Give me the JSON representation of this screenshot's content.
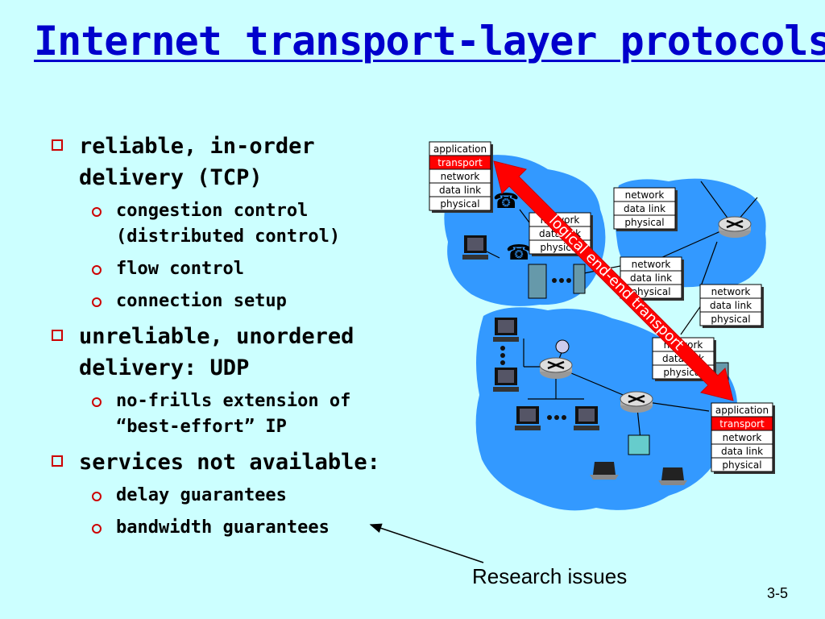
{
  "title": "Internet transport-layer protocols",
  "bullets": [
    {
      "text": "reliable, in-order delivery (TCP)",
      "level": 1
    },
    {
      "text": "congestion control (distributed control)",
      "level": 2
    },
    {
      "text": "flow control",
      "level": 2
    },
    {
      "text": "connection setup",
      "level": 2
    },
    {
      "text": "unreliable, unordered delivery: UDP",
      "level": 1
    },
    {
      "text": "no-frills extension of “best-effort” IP",
      "level": 2
    },
    {
      "text": "services not available:",
      "level": 1
    },
    {
      "text": "delay guarantees",
      "level": 2
    },
    {
      "text": "bandwidth guarantees",
      "level": 2
    }
  ],
  "annotation": "Research issues",
  "page_number": "3-5",
  "diagram": {
    "arrow_label": "logical end-end transport",
    "stack_end": [
      "application",
      "transport",
      "network",
      "data link",
      "physical"
    ],
    "stack_router": [
      "network",
      "data link",
      "physical"
    ]
  },
  "colors": {
    "background": "#ccffff",
    "title": "#0000cc",
    "bullet": "#cc0000",
    "cloud": "#3399ff",
    "arrow": "#ff0000"
  }
}
